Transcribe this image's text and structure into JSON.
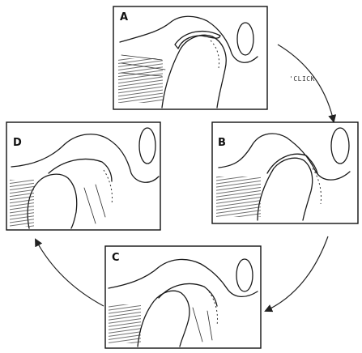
{
  "figure": {
    "panels": [
      {
        "id": "A",
        "label": "A"
      },
      {
        "id": "B",
        "label": "B"
      },
      {
        "id": "C",
        "label": "C"
      },
      {
        "id": "D",
        "label": "D"
      }
    ],
    "arrow_label": "'CLICK"
  }
}
